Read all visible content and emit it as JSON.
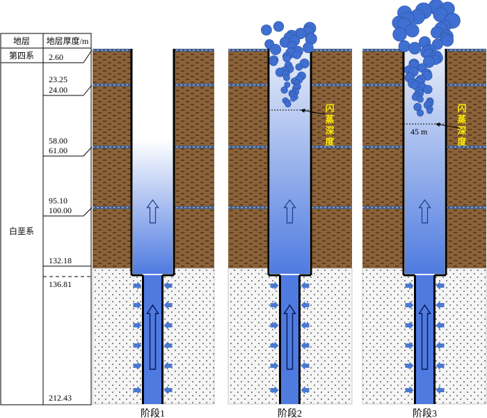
{
  "table": {
    "header_formation": "地层",
    "header_thickness": "地层厚度/m",
    "formations": [
      "第四系",
      "白垩系"
    ],
    "depths": [
      "2.60",
      "23.25",
      "24.00",
      "58.00",
      "61.00",
      "95.10",
      "100.00",
      "132.18",
      "136.81",
      "212.43"
    ]
  },
  "stages": [
    {
      "label": "阶段1"
    },
    {
      "label": "阶段2",
      "flash_label": "闪蒸深度"
    },
    {
      "label": "阶段3",
      "flash_label": "闪蒸深度",
      "depth_note": "45 m"
    }
  ],
  "colors": {
    "rock_brown": "#8b6239",
    "rock_dash": "#2a1a0a",
    "sand": "#f5f5f5",
    "well_fill_bottom": "#4f7be0",
    "well_fill_top": "#ffffff",
    "bubble": "#3f6fd1",
    "flash_label": "#ffee00",
    "inflow_arrow": "#4a78d0",
    "seam": "#3d5a8a"
  }
}
